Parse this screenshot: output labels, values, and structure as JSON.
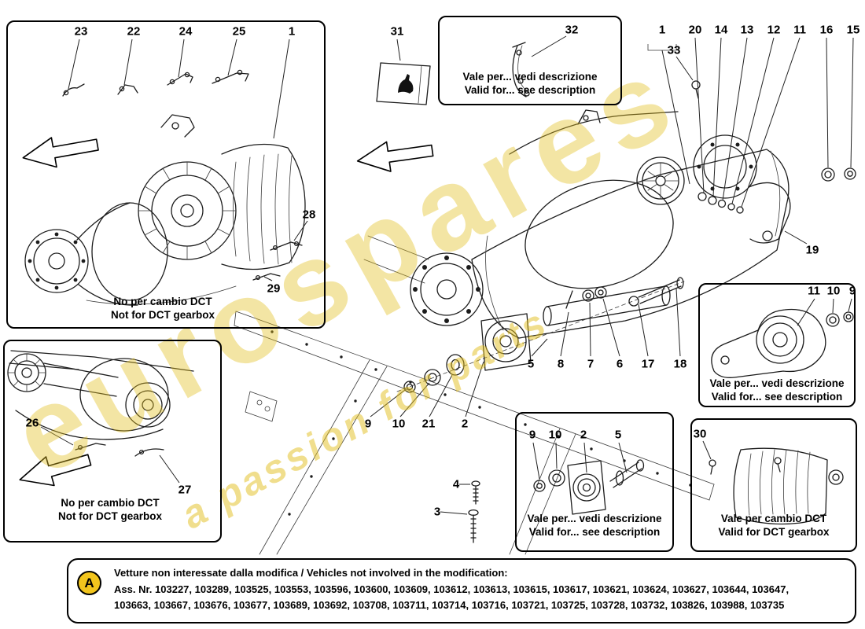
{
  "watermark": {
    "brand": "eurospares",
    "tagline": "a passion for parts"
  },
  "colors": {
    "watermark": "#e3bf1e",
    "badge": "#f2c51d",
    "line": "#1c1c1c"
  },
  "callouts": [
    {
      "label": "23"
    },
    {
      "label": "22"
    },
    {
      "label": "24"
    },
    {
      "label": "25"
    },
    {
      "label": "1"
    },
    {
      "label": "31"
    },
    {
      "label": "32"
    },
    {
      "label": "1"
    },
    {
      "label": "20"
    },
    {
      "label": "14"
    },
    {
      "label": "13"
    },
    {
      "label": "12"
    },
    {
      "label": "11"
    },
    {
      "label": "16"
    },
    {
      "label": "15"
    },
    {
      "label": "33"
    },
    {
      "label": "28"
    },
    {
      "label": "29"
    },
    {
      "label": "19"
    },
    {
      "label": "11"
    },
    {
      "label": "10"
    },
    {
      "label": "9"
    },
    {
      "label": "5"
    },
    {
      "label": "8"
    },
    {
      "label": "7"
    },
    {
      "label": "6"
    },
    {
      "label": "17"
    },
    {
      "label": "18"
    },
    {
      "label": "9"
    },
    {
      "label": "10"
    },
    {
      "label": "21"
    },
    {
      "label": "2"
    },
    {
      "label": "26"
    },
    {
      "label": "27"
    },
    {
      "label": "4"
    },
    {
      "label": "3"
    },
    {
      "label": "9"
    },
    {
      "label": "10"
    },
    {
      "label": "2"
    },
    {
      "label": "5"
    },
    {
      "label": "30"
    }
  ],
  "captions": {
    "no_dct_top": {
      "line1": "No per cambio DCT",
      "line2": "Not for DCT gearbox"
    },
    "no_dct_bottom": {
      "line1": "No per cambio DCT",
      "line2": "Not for DCT gearbox"
    },
    "valid_desc_top": {
      "line1": "Vale per... vedi descrizione",
      "line2": "Valid for... see description"
    },
    "valid_desc_right": {
      "line1": "Vale per... vedi descrizione",
      "line2": "Valid for... see description"
    },
    "valid_desc_mid": {
      "line1": "Vale per... vedi descrizione",
      "line2": "Valid for... see description"
    },
    "valid_dct": {
      "line1": "Vale per cambio DCT",
      "line2": "Valid for DCT gearbox"
    }
  },
  "footer": {
    "badge": "A",
    "title": "Vetture non interessate dalla modifica / Vehicles not involved in the modification:",
    "numbers_line1": "Ass. Nr. 103227, 103289, 103525, 103553, 103596, 103600, 103609, 103612, 103613, 103615, 103617, 103621, 103624, 103627, 103644, 103647,",
    "numbers_line2": "103663, 103667, 103676, 103677, 103689, 103692, 103708, 103711, 103714, 103716, 103721, 103725, 103728, 103732, 103826, 103988, 103735"
  }
}
